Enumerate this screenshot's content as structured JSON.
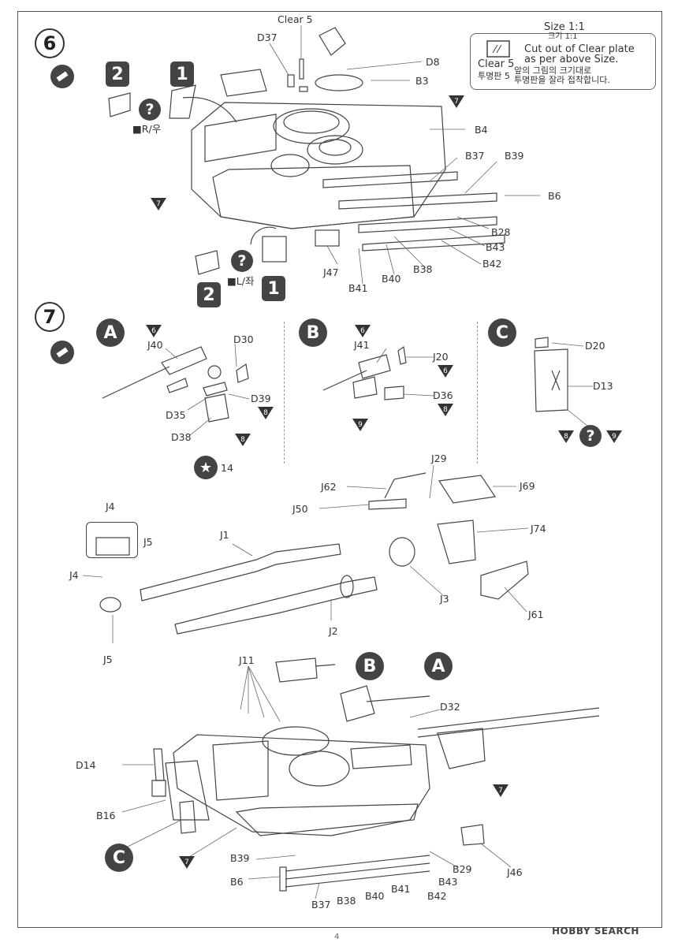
{
  "steps": {
    "step6": "6",
    "step7": "7"
  },
  "clear_plate": {
    "title_en": "Size 1:1",
    "title_ko": "크기 1:1",
    "line1": "Cut out of Clear plate",
    "line2": "as per above Size.",
    "clear_label": "Clear 5",
    "ko_line1": "앞의 그림의 크기대로",
    "ko_line2": "투명판을 잘라 접착합니다.",
    "ko_label": "투명판 5"
  },
  "step6": {
    "clear5": "Clear 5",
    "parts": [
      "D37",
      "D8",
      "B3",
      "B4",
      "B37",
      "B39",
      "B6",
      "B28",
      "B43",
      "B42",
      "B38",
      "B40",
      "B41",
      "J47"
    ],
    "num_right": "2",
    "num_right_b": "1",
    "num_left": "2",
    "num_left_b": "1",
    "side_right": "■R/우",
    "side_left": "■L/좌",
    "ref_tri": "7"
  },
  "step7": {
    "sub_a": "A",
    "sub_b": "B",
    "sub_c": "C",
    "a_parts": {
      "j40": "J40",
      "d30": "D30",
      "d35": "D35",
      "d39": "D39",
      "d38": "D38",
      "tri_top": "6",
      "tri1": "8",
      "tri2": "8",
      "star": "14"
    },
    "b_parts": {
      "j41": "J41",
      "j20": "J20",
      "d36": "D36",
      "tri_top": "6",
      "tri1": "6",
      "tri2": "8",
      "tri3": "9"
    },
    "c_parts": {
      "d20": "D20",
      "d13": "D13",
      "tri1": "8",
      "tri2": "9"
    },
    "gun_parts": [
      "J29",
      "J62",
      "J69",
      "J50",
      "J74",
      "J4",
      "J5",
      "J1",
      "J4",
      "J3",
      "J2",
      "J61",
      "J5"
    ],
    "hull_parts": [
      "J11",
      "D32",
      "D14",
      "B16",
      "B39",
      "B6",
      "B37",
      "B38",
      "B40",
      "B41",
      "B42",
      "B43",
      "B29",
      "J46"
    ],
    "hull_tri": "7"
  },
  "footer": {
    "page": "4",
    "watermark": "HOBBY SEARCH"
  }
}
